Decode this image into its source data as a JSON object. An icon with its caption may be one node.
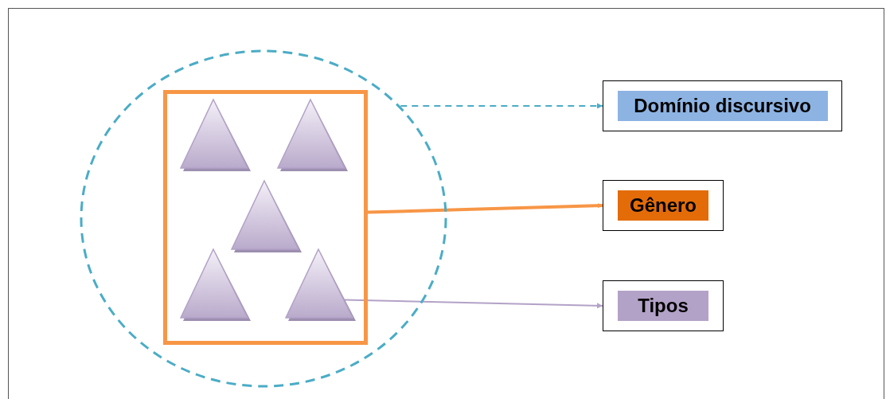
{
  "diagram": {
    "nodes": [
      {
        "text": [],
        "shape": "circle"
      },
      {
        "text": [],
        "shape": "box",
        "in": 0
      },
      {
        "text": [],
        "shape": "triangle",
        "in": 1
      },
      {
        "text": [],
        "shape": "triangle",
        "in": 1
      },
      {
        "text": [],
        "shape": "triangle",
        "in": 1
      },
      {
        "text": [],
        "shape": "triangle",
        "in": 1
      },
      {
        "text": [],
        "shape": "triangle",
        "in": 1
      },
      {
        "text": [
          "Domínio discursivo"
        ]
      },
      {
        "text": [
          "Gênero"
        ]
      },
      {
        "text": [
          "Tipos"
        ]
      }
    ],
    "edges": [
      {
        "from": 0,
        "to": 7,
        "arrow": "to",
        "style": "dashed",
        "color": "#4bacc6"
      },
      {
        "from": 1,
        "to": 8,
        "arrow": "to",
        "style": "thick",
        "color": "#f79646"
      },
      {
        "from": 6,
        "to": 9,
        "arrow": "to",
        "color": "#b3a2c7"
      }
    ]
  }
}
